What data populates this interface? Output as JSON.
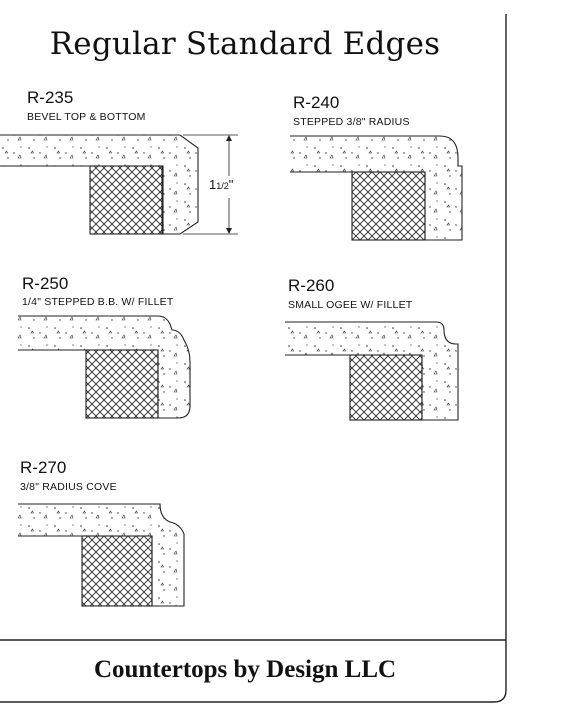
{
  "title": "Regular Standard Edges",
  "edges": [
    {
      "code": "R-235",
      "description": "BEVEL TOP & BOTTOM"
    },
    {
      "code": "R-240",
      "description": "STEPPED 3/8\" RADIUS"
    },
    {
      "code": "R-250",
      "description": "1/4\" STEPPED B.B. W/ FILLET"
    },
    {
      "code": "R-260",
      "description": "SMALL OGEE W/ FILLET"
    },
    {
      "code": "R-270",
      "description": "3/8\" RADIUS COVE"
    }
  ],
  "dimension": {
    "whole": "1",
    "fraction": "1/2",
    "unit": "\""
  },
  "footer": "Countertops by Design LLC"
}
